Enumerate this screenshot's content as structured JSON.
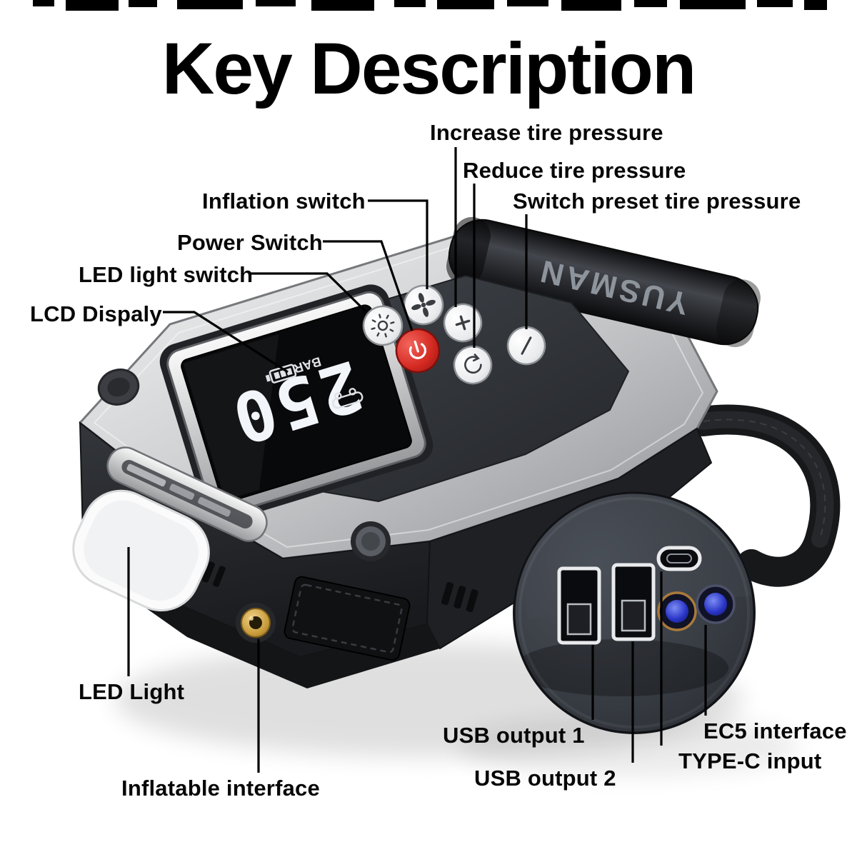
{
  "title": "Key Description",
  "annotations": {
    "increase_tire_pressure": "Increase tire pressure",
    "reduce_tire_pressure": "Reduce tire pressure",
    "switch_preset_tire_pressure": "Switch preset tire pressure",
    "inflation_switch": "Inflation switch",
    "power_switch": "Power Switch",
    "led_light_switch": "LED light switch",
    "lcd_display": "LCD Dispaly",
    "led_light": "LED Light",
    "inflatable_interface": "Inflatable interface",
    "usb_output_1": "USB output 1",
    "usb_output_2": "USB output 2",
    "ec5_interface": "EC5 interface",
    "type_c_input": "TYPE-C input"
  },
  "device": {
    "brand": "YUSMAN",
    "lcd": {
      "reading": "250",
      "unit": "BAR"
    }
  },
  "colors": {
    "label_text": "#070707",
    "leader_line": "#000000",
    "power_button": "#d42a22",
    "ec5_port_blue": "#2a36c8",
    "nozzle_gold": "#c79a3a",
    "body_silver": "#c9cbcd",
    "body_dark": "#26282c"
  }
}
